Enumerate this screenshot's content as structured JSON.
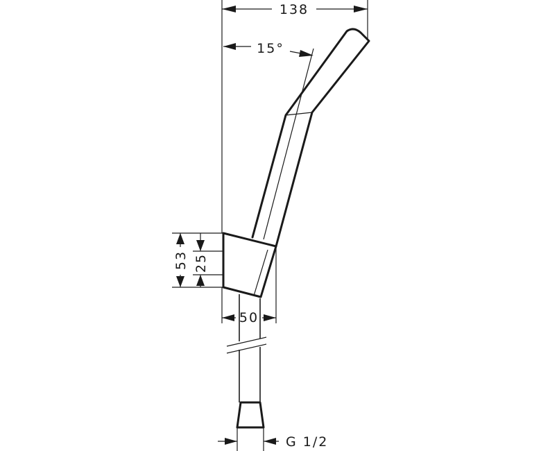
{
  "dimensions": {
    "width_total": "138",
    "angle": "15°",
    "holder_height_outer": "53",
    "holder_height_inner": "25",
    "holder_width": "50",
    "thread": "G 1/2"
  },
  "colors": {
    "line": "#1a1a1a",
    "background": "#ffffff"
  }
}
